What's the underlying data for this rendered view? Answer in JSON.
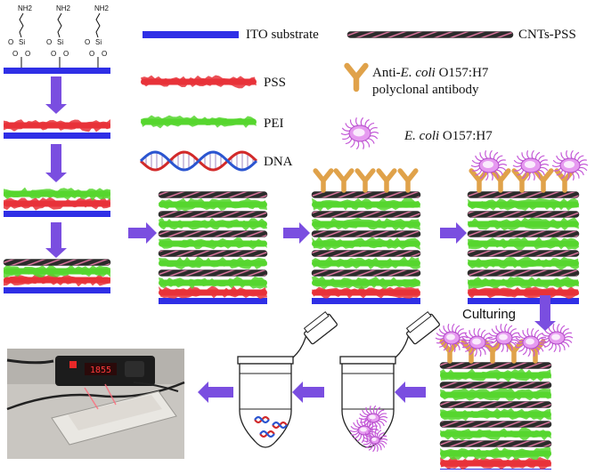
{
  "legend": {
    "ito": "ITO substrate",
    "cnt": "CNTs-PSS",
    "pss": "PSS",
    "pei": "PEI",
    "dna": "DNA",
    "antibody_part1": "Anti-",
    "antibody_part2": "E. coli",
    "antibody_part3": " O157:H7",
    "antibody_line2": "polyclonal antibody",
    "ecoli_part1": "E. coli",
    "ecoli_part2": " O157:H7"
  },
  "step_label": "Culturing",
  "silane": {
    "amine": "NH2",
    "si": "Si",
    "o": "O"
  },
  "device_display": "1855",
  "colors": {
    "ito": "#2f2fe6",
    "pss": "#e8323a",
    "pei": "#56d62e",
    "cnt": "#2b2b2b",
    "cnt_stripe": "#e87aa6",
    "antibody": "#e0a24a",
    "bacteria": "#e69af0",
    "arrow": "#7a4ee0",
    "dna_a": "#d22a2a",
    "dna_b": "#2b55d0"
  },
  "icons": {
    "antibody": "y-antibody-icon",
    "bacterium": "bacterium-icon",
    "arrow": "arrow-icon",
    "tube": "centrifuge-tube-icon",
    "device": "biosensor-photo"
  }
}
